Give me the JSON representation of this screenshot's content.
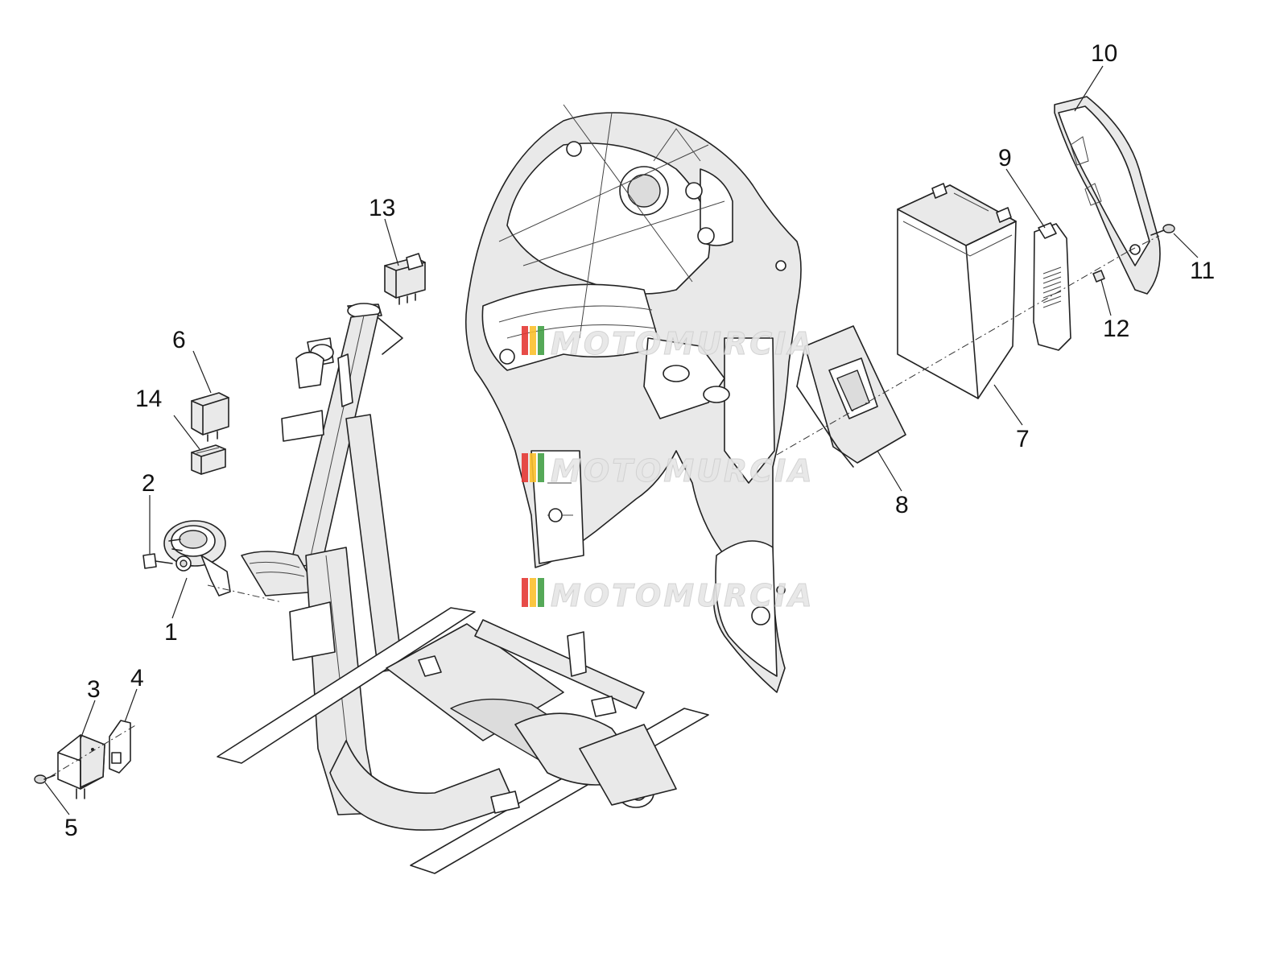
{
  "labels": {
    "l1": "1",
    "l2": "2",
    "l3": "3",
    "l4": "4",
    "l5": "5",
    "l6": "6",
    "l7": "7",
    "l8": "8",
    "l9": "9",
    "l10": "10",
    "l11": "11",
    "l12": "12",
    "l13": "13",
    "l14": "14"
  },
  "watermark": {
    "text": "MOTOMURCIA",
    "stripe_colors": [
      "#e53935",
      "#fbc02d",
      "#43a047"
    ]
  }
}
